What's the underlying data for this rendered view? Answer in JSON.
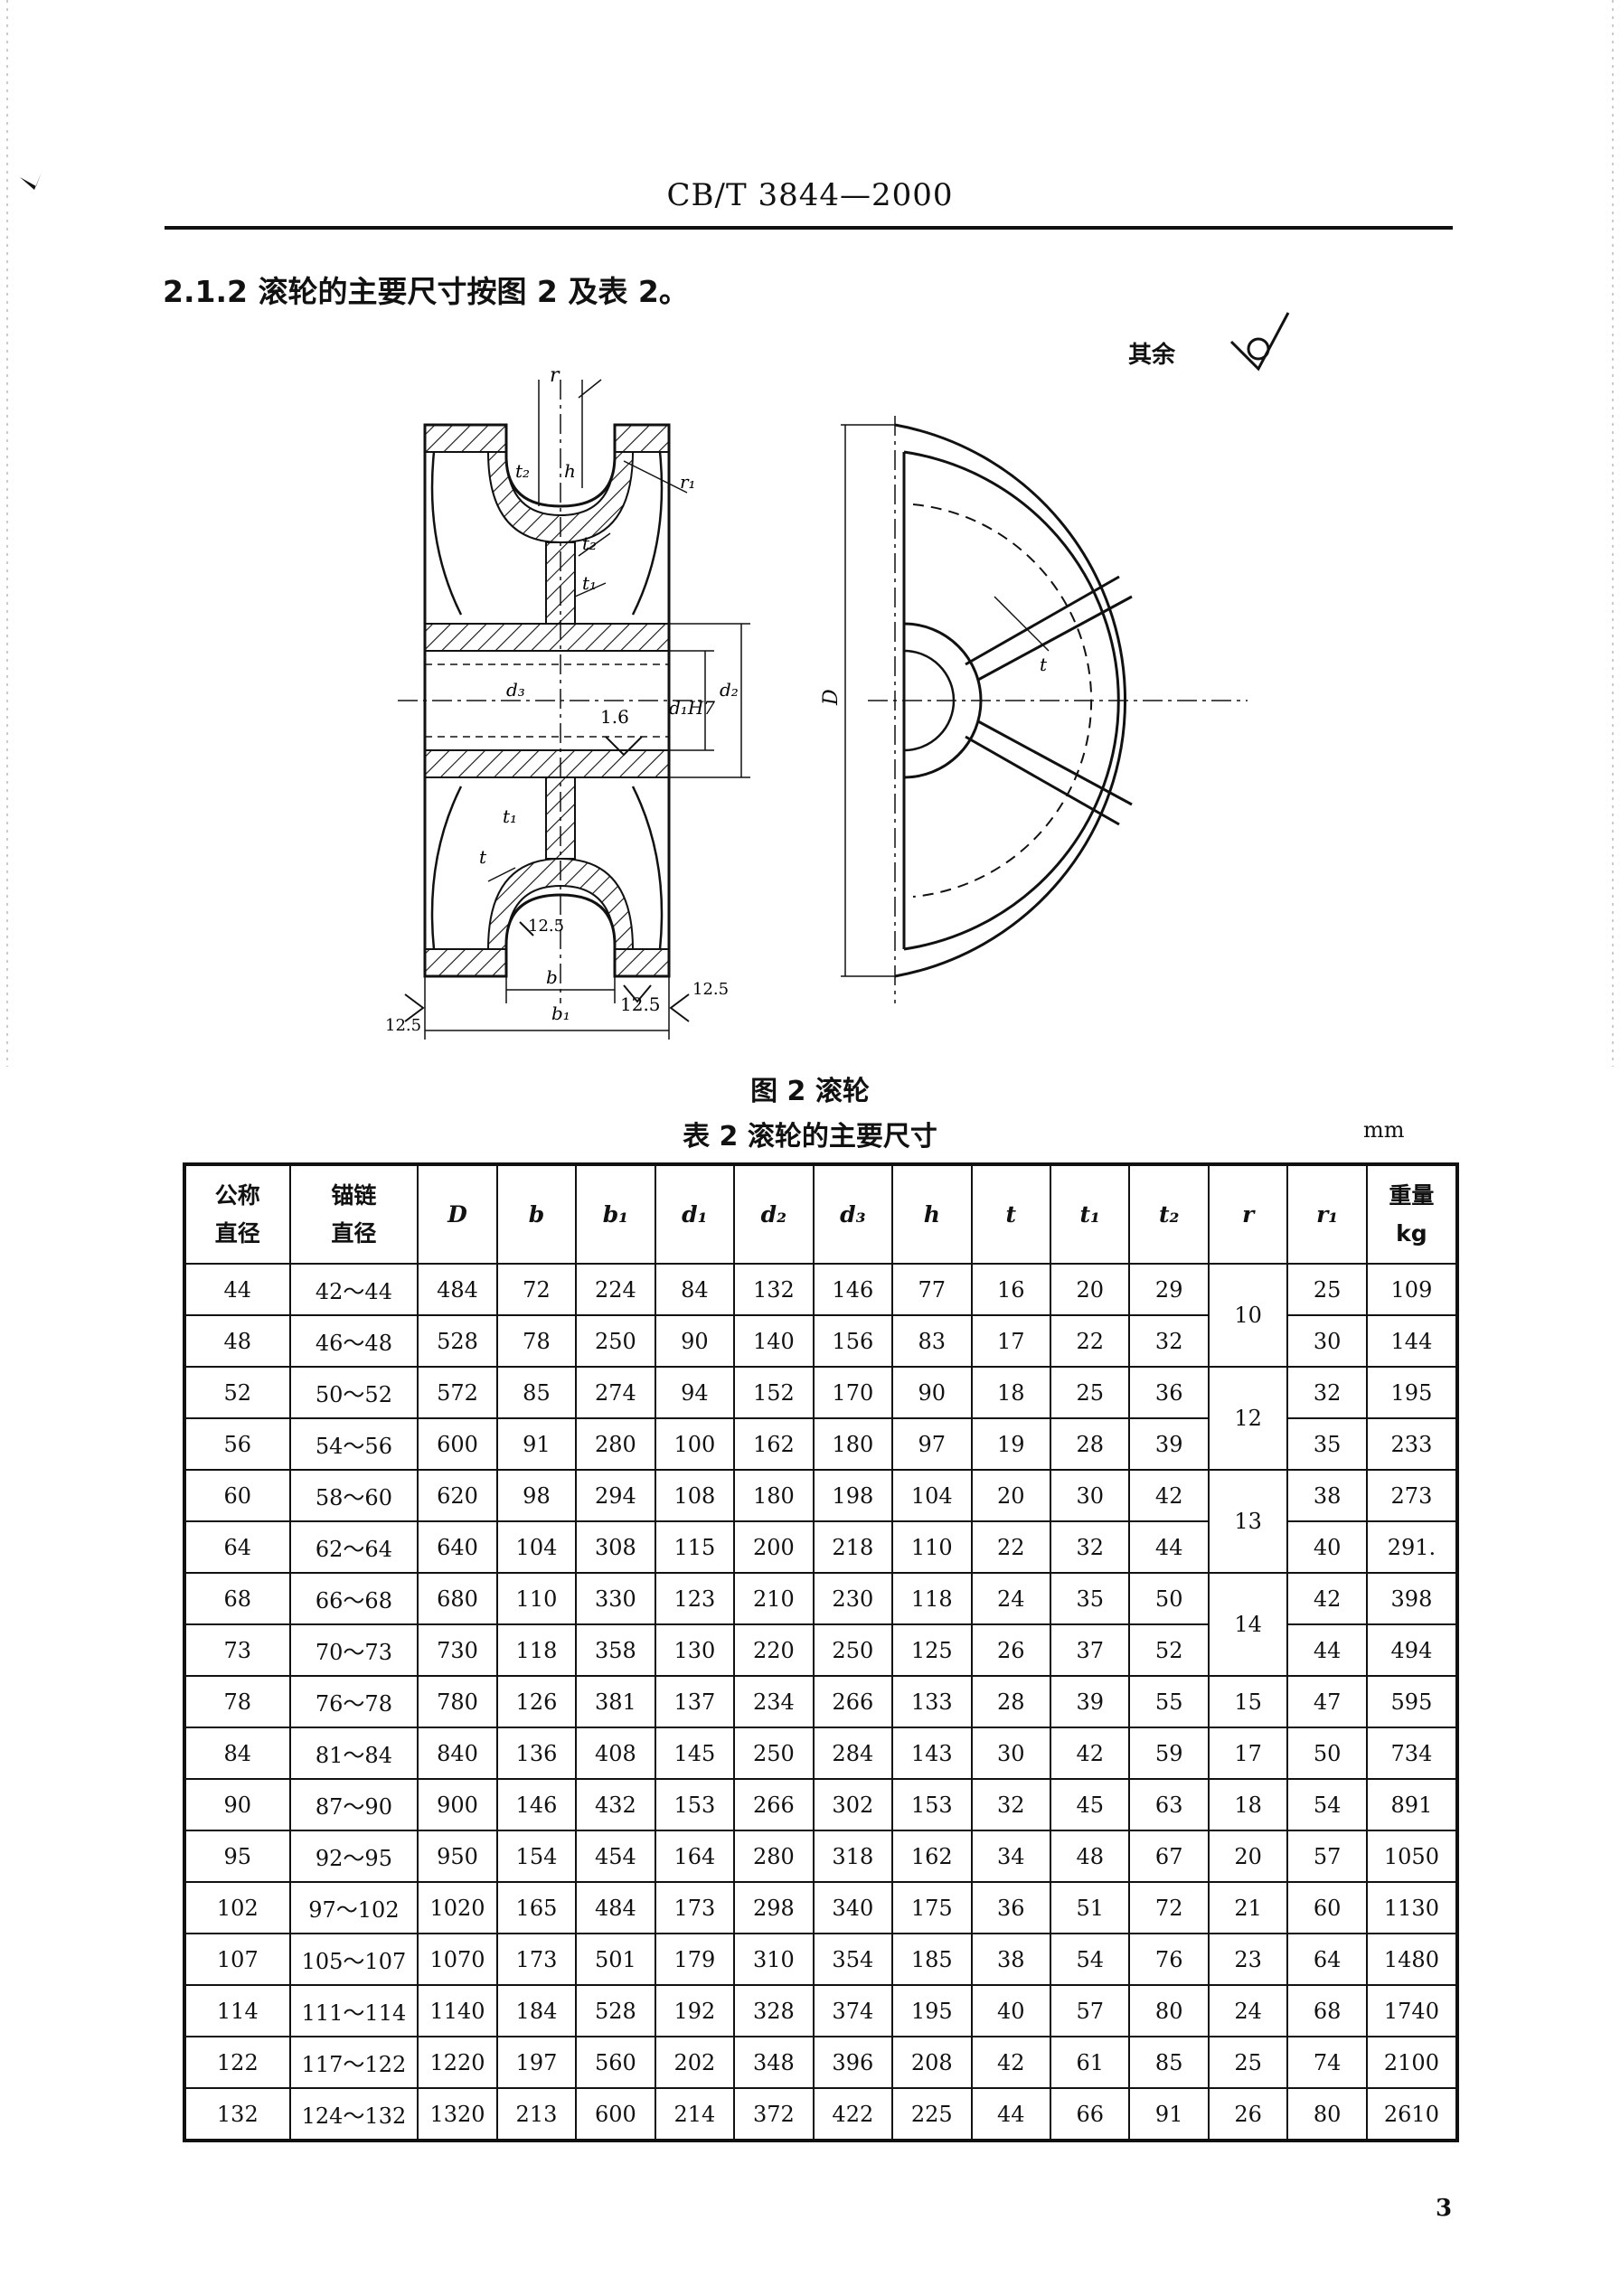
{
  "header": {
    "standard_code": "CB/T  3844—2000"
  },
  "section": {
    "heading": "2.1.2  滚轮的主要尺寸按图 2 及表 2。"
  },
  "remainder_note": "其余",
  "figure": {
    "caption": "图 2  滚轮",
    "labels": {
      "r": "r",
      "h": "h",
      "t2": "t₂",
      "t": "t",
      "t1": "t₁",
      "r1": "r₁",
      "d2": "d₂",
      "d1H7": "d₁H7",
      "d3": "d₃",
      "D": "D",
      "b": "b",
      "b1": "b₁",
      "ra16": "1.6",
      "ra125_a": "12.5",
      "ra125_b": "12.5",
      "ra125_c": "12.5",
      "ra125_d": "12.5"
    }
  },
  "table": {
    "caption": "表 2  滚轮的主要尺寸",
    "unit": "mm",
    "headers": [
      {
        "main": "公称",
        "sub": "直径",
        "cjk": true
      },
      {
        "main": "锚链",
        "sub": "直径",
        "cjk": true
      },
      {
        "main": "D"
      },
      {
        "main": "b"
      },
      {
        "main": "b₁"
      },
      {
        "main": "d₁"
      },
      {
        "main": "d₂"
      },
      {
        "main": "d₃"
      },
      {
        "main": "h"
      },
      {
        "main": "t"
      },
      {
        "main": "t₁"
      },
      {
        "main": "t₂"
      },
      {
        "main": "r"
      },
      {
        "main": "r₁"
      },
      {
        "main": "重量",
        "sub": "kg",
        "cjk": true
      }
    ],
    "rows": [
      [
        "44",
        "42～44",
        "484",
        "72",
        "224",
        "84",
        "132",
        "146",
        "77",
        "16",
        "20",
        "29",
        "10",
        "25",
        "109"
      ],
      [
        "48",
        "46～48",
        "528",
        "78",
        "250",
        "90",
        "140",
        "156",
        "83",
        "17",
        "22",
        "32",
        null,
        "30",
        "144"
      ],
      [
        "52",
        "50～52",
        "572",
        "85",
        "274",
        "94",
        "152",
        "170",
        "90",
        "18",
        "25",
        "36",
        "12",
        "32",
        "195"
      ],
      [
        "56",
        "54～56",
        "600",
        "91",
        "280",
        "100",
        "162",
        "180",
        "97",
        "19",
        "28",
        "39",
        null,
        "35",
        "233"
      ],
      [
        "60",
        "58～60",
        "620",
        "98",
        "294",
        "108",
        "180",
        "198",
        "104",
        "20",
        "30",
        "42",
        "13",
        "38",
        "273"
      ],
      [
        "64",
        "62～64",
        "640",
        "104",
        "308",
        "115",
        "200",
        "218",
        "110",
        "22",
        "32",
        "44",
        null,
        "40",
        "291."
      ],
      [
        "68",
        "66～68",
        "680",
        "110",
        "330",
        "123",
        "210",
        "230",
        "118",
        "24",
        "35",
        "50",
        "14",
        "42",
        "398"
      ],
      [
        "73",
        "70～73",
        "730",
        "118",
        "358",
        "130",
        "220",
        "250",
        "125",
        "26",
        "37",
        "52",
        null,
        "44",
        "494"
      ],
      [
        "78",
        "76～78",
        "780",
        "126",
        "381",
        "137",
        "234",
        "266",
        "133",
        "28",
        "39",
        "55",
        "15",
        "47",
        "595"
      ],
      [
        "84",
        "81～84",
        "840",
        "136",
        "408",
        "145",
        "250",
        "284",
        "143",
        "30",
        "42",
        "59",
        "17",
        "50",
        "734"
      ],
      [
        "90",
        "87～90",
        "900",
        "146",
        "432",
        "153",
        "266",
        "302",
        "153",
        "32",
        "45",
        "63",
        "18",
        "54",
        "891"
      ],
      [
        "95",
        "92～95",
        "950",
        "154",
        "454",
        "164",
        "280",
        "318",
        "162",
        "34",
        "48",
        "67",
        "20",
        "57",
        "1050"
      ],
      [
        "102",
        "97～102",
        "1020",
        "165",
        "484",
        "173",
        "298",
        "340",
        "175",
        "36",
        "51",
        "72",
        "21",
        "60",
        "1130"
      ],
      [
        "107",
        "105～107",
        "1070",
        "173",
        "501",
        "179",
        "310",
        "354",
        "185",
        "38",
        "54",
        "76",
        "23",
        "64",
        "1480"
      ],
      [
        "114",
        "111～114",
        "1140",
        "184",
        "528",
        "192",
        "328",
        "374",
        "195",
        "40",
        "57",
        "80",
        "24",
        "68",
        "1740"
      ],
      [
        "122",
        "117～122",
        "1220",
        "197",
        "560",
        "202",
        "348",
        "396",
        "208",
        "42",
        "61",
        "85",
        "25",
        "74",
        "2100"
      ],
      [
        "132",
        "124～132",
        "1320",
        "213",
        "600",
        "214",
        "372",
        "422",
        "225",
        "44",
        "66",
        "91",
        "26",
        "80",
        "2610"
      ]
    ]
  },
  "page_number": "3"
}
